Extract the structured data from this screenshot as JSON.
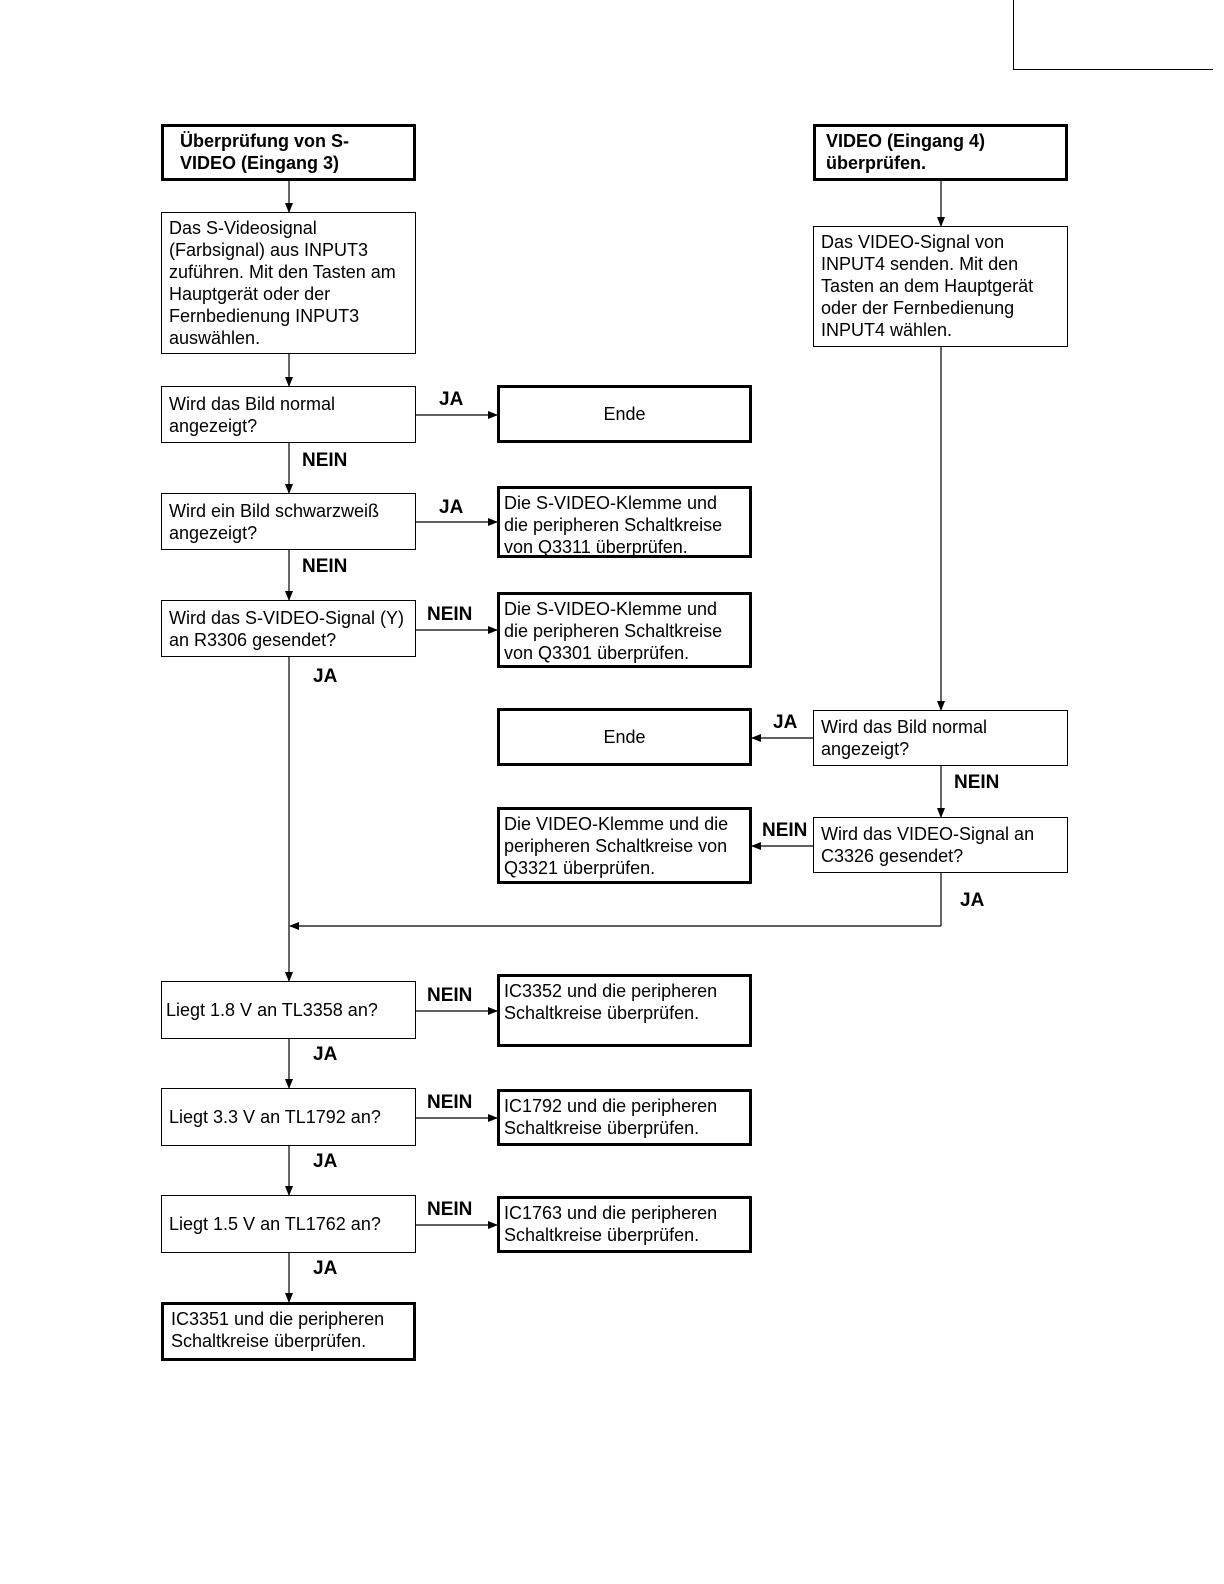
{
  "nodes": {
    "s_title": "Überprüfung von S-VIDEO (Eingang 3)",
    "s_step1": "Das S-Videosignal (Farbsignal) aus INPUT3 zuführen. Mit den Tasten am Hauptgerät oder der Fernbedienung INPUT3 auswählen.",
    "s_q1": "Wird das Bild normal angezeigt?",
    "s_end1": "Ende",
    "s_q2": "Wird ein Bild schwarzweiß angezeigt?",
    "s_r1": "Die S-VIDEO-Klemme und die peripheren Schaltkreise von Q3311 überprüfen.",
    "s_q3": "Wird das S-VIDEO-Signal (Y) an R3306 gesendet?",
    "s_r2": "Die S-VIDEO-Klemme und die peripheren Schaltkreise von Q3301 überprüfen.",
    "v_title": "VIDEO (Eingang 4) überprüfen.",
    "v_step1": "Das VIDEO-Signal von INPUT4 senden.  Mit den Tasten an dem Hauptgerät oder der Fernbedienung INPUT4 wählen.",
    "v_q1": "Wird das Bild normal angezeigt?",
    "v_end": "Ende",
    "v_q2": "Wird das VIDEO-Signal an C3326 gesendet?",
    "v_r1": "Die VIDEO-Klemme und die peripheren Schaltkreise von Q3321 überprüfen.",
    "c_q1": "Liegt 1.8 V an TL3358 an?",
    "c_r1": "IC3352 und die peripheren Schaltkreise überprüfen.",
    "c_q2": "Liegt 3.3 V an TL1792 an?",
    "c_r2": "IC1792 und die peripheren Schaltkreise überprüfen.",
    "c_q3": "Liegt 1.5 V an TL1762 an?",
    "c_r3": "IC1763 und die peripheren Schaltkreise überprüfen.",
    "c_final": "IC3351 und die peripheren Schaltkreise überprüfen."
  },
  "labels": {
    "ja": "JA",
    "nein": "NEIN"
  }
}
